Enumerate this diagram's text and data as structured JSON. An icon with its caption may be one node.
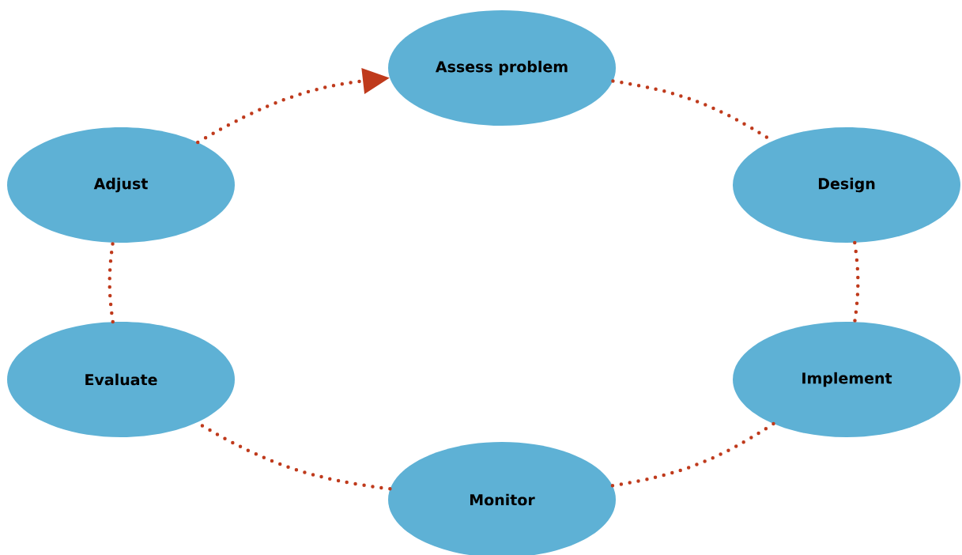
{
  "diagram": {
    "nodes": [
      {
        "text": [
          "Assess problem"
        ]
      },
      {
        "text": [
          "Design"
        ]
      },
      {
        "text": [
          "Implement"
        ]
      },
      {
        "text": [
          "Monitor"
        ]
      },
      {
        "text": [
          "Evaluate"
        ]
      },
      {
        "text": [
          "Adjust"
        ]
      }
    ],
    "edges": [
      {
        "from": 0,
        "to": 1,
        "arrow": "none"
      },
      {
        "from": 1,
        "to": 2,
        "arrow": "none"
      },
      {
        "from": 2,
        "to": 3,
        "arrow": "none"
      },
      {
        "from": 3,
        "to": 4,
        "arrow": "none"
      },
      {
        "from": 4,
        "to": 5,
        "arrow": "none"
      },
      {
        "from": 5,
        "to": 0,
        "arrow": "to"
      }
    ]
  }
}
